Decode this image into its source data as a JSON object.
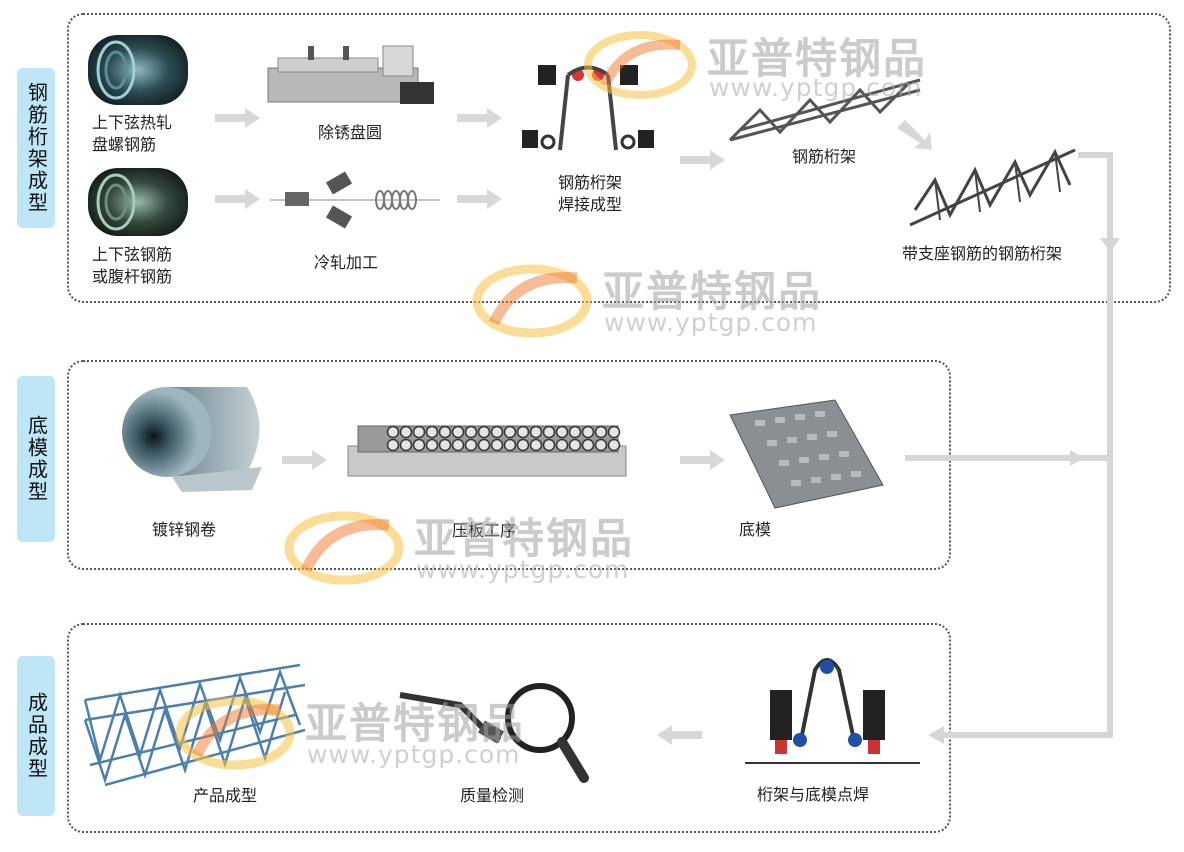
{
  "sections": {
    "truss": {
      "label": "钢筋桁架成型"
    },
    "mold": {
      "label": "底模成型"
    },
    "product": {
      "label": "成品成型"
    }
  },
  "steps": {
    "chord_coil": "上下弦热轧\n盘螺钢筋",
    "chord_web": "上下弦钢筋\n或腹杆钢筋",
    "derust": "除锈盘圆",
    "cold_roll": "冷轧加工",
    "weld_form": "钢筋桁架\n焊接成型",
    "truss": "钢筋桁架",
    "truss_support": "带支座钢筋的钢筋桁架",
    "galv_coil": "镀锌钢卷",
    "press": "压板工序",
    "bottom_mold": "底模",
    "spot_weld": "桁架与底模点焊",
    "inspect": "质量检测",
    "finished": "产品成型"
  },
  "watermark": {
    "brand": "亚普特钢品",
    "url": "www.yptgp.com"
  },
  "colors": {
    "panel_border": "#555555",
    "label_bg": "#bfe6f7",
    "arrow": "#d4d4d4",
    "logo_orange": "#f07a2e",
    "logo_yellow": "#f6c342"
  }
}
